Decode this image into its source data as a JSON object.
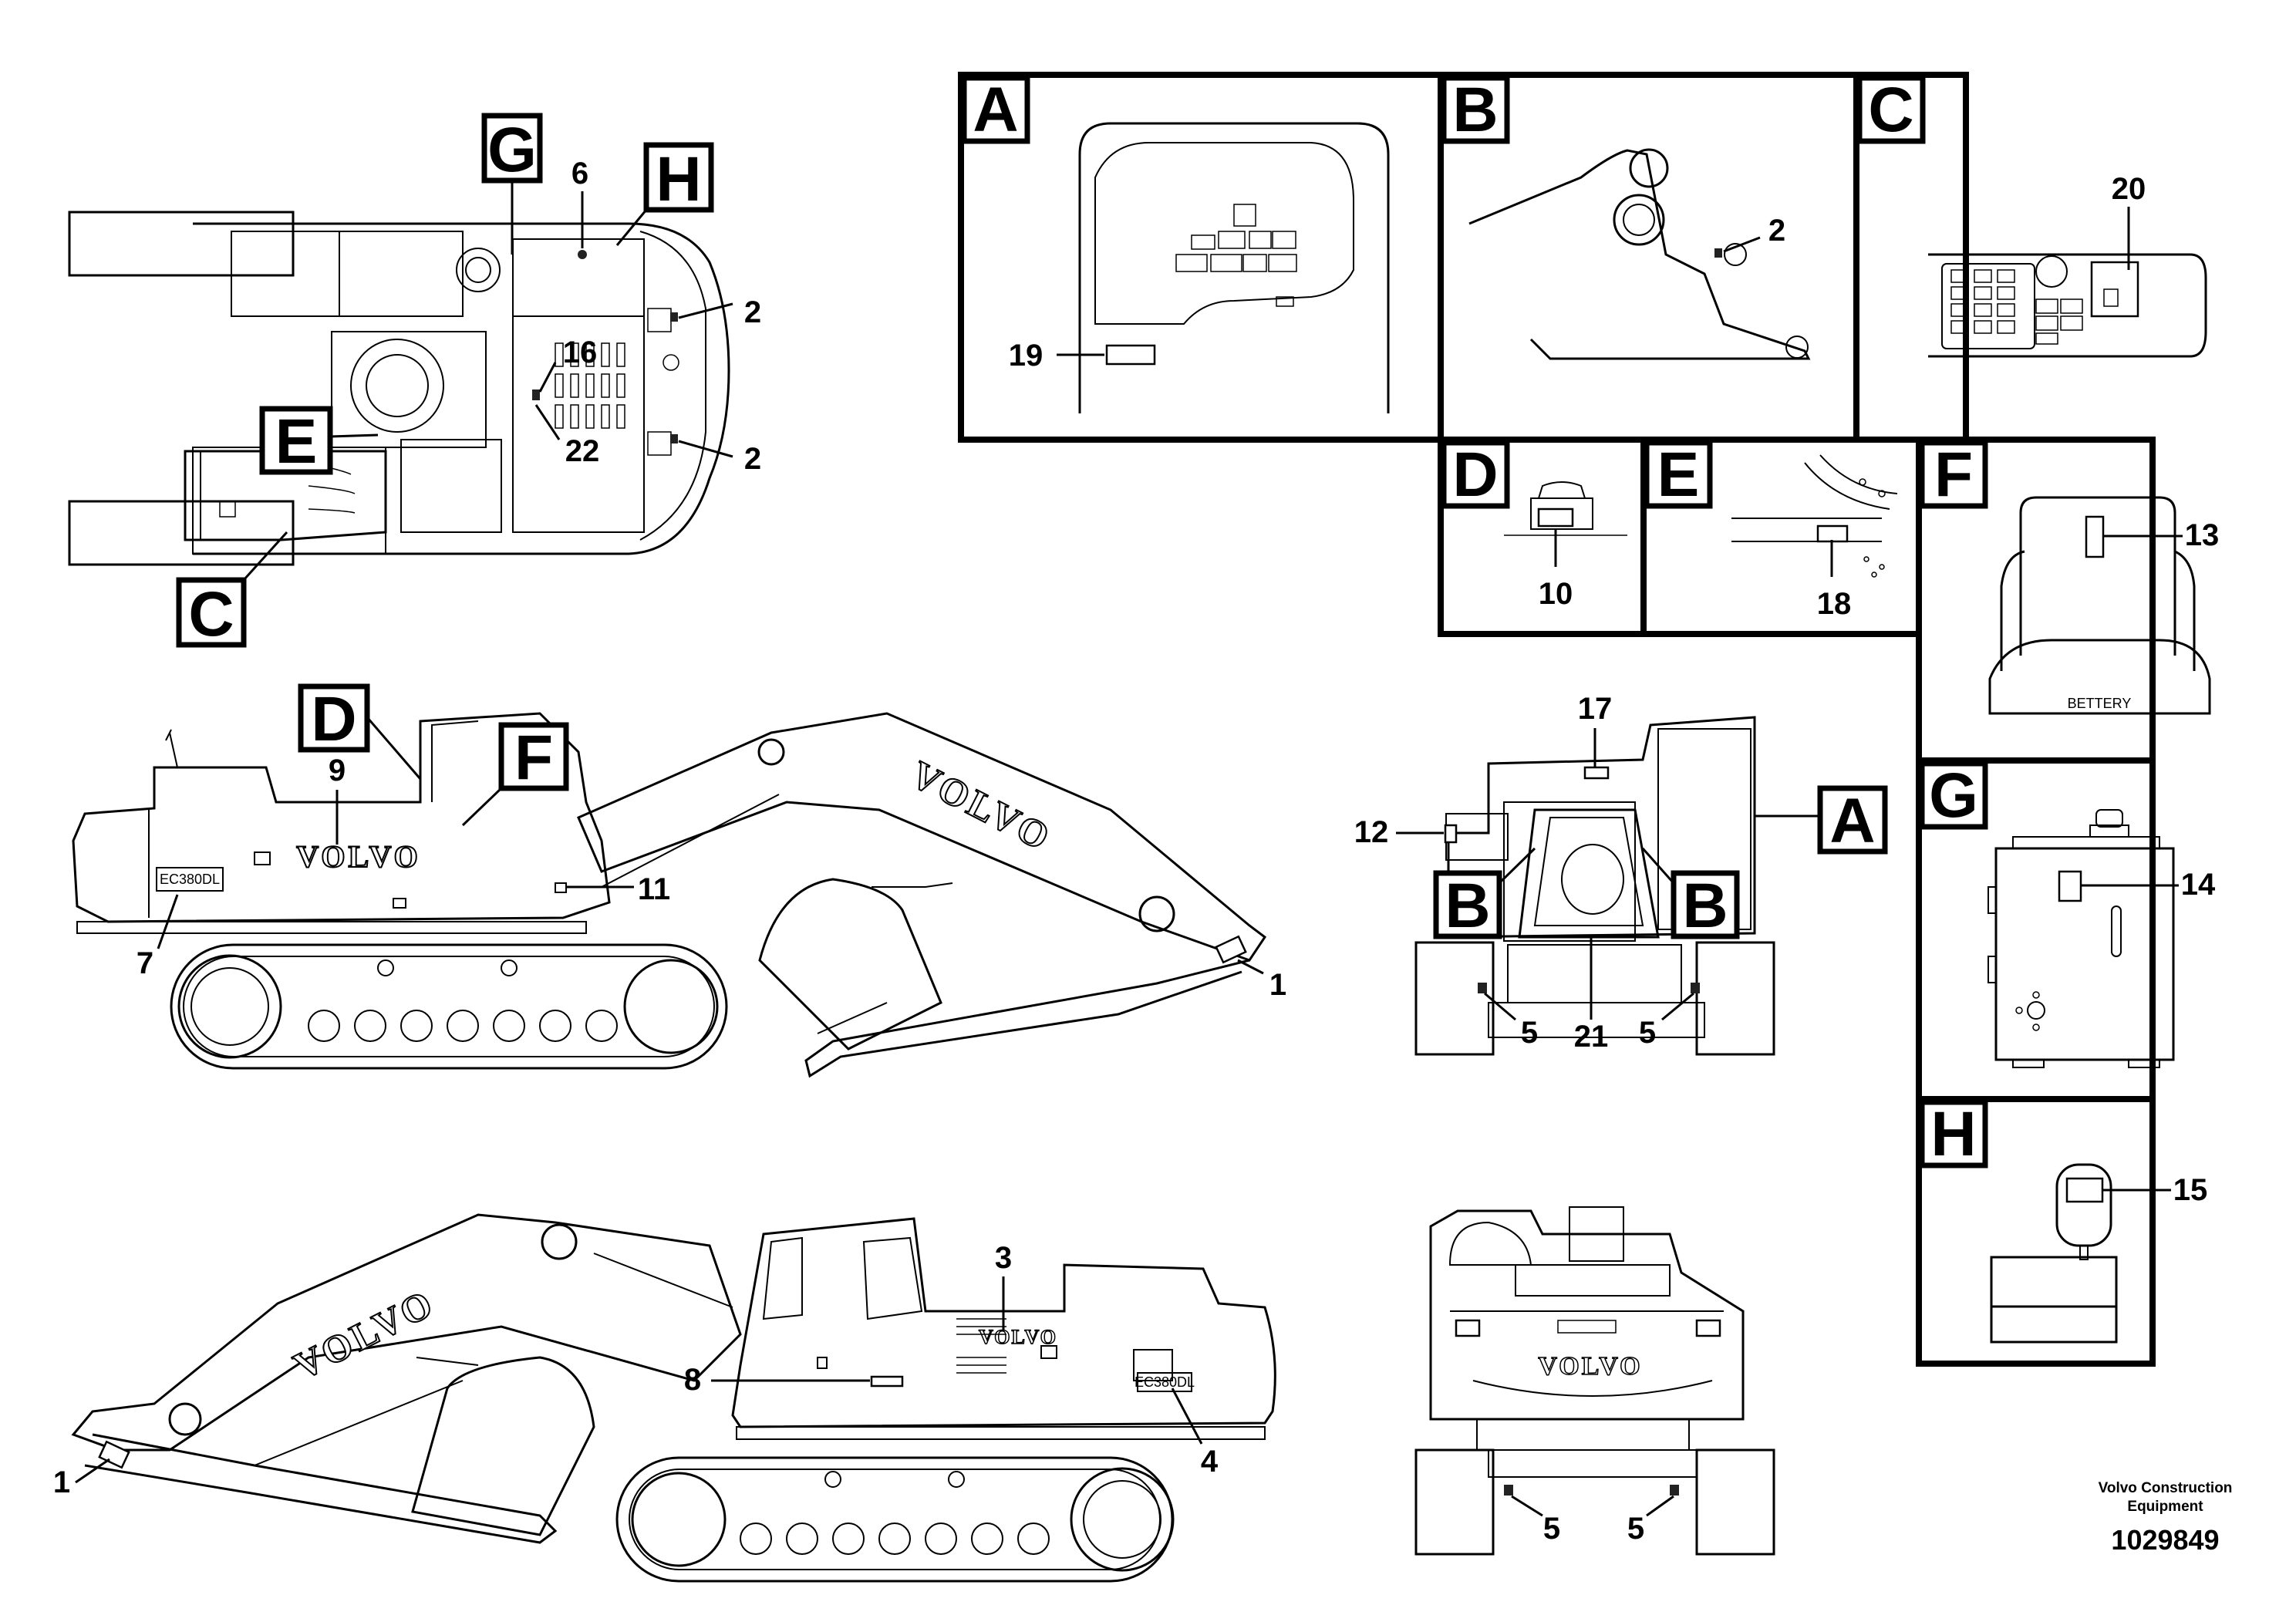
{
  "detail_boxes": {
    "A": {
      "letter": "A",
      "callouts": [
        "19"
      ]
    },
    "B": {
      "letter": "B",
      "callouts": [
        "2"
      ]
    },
    "C": {
      "letter": "C",
      "callouts": [
        "20"
      ]
    },
    "D": {
      "letter": "D",
      "callouts": [
        "10"
      ]
    },
    "E": {
      "letter": "E",
      "callouts": [
        "18"
      ]
    },
    "F": {
      "letter": "F",
      "callouts": [
        "13"
      ],
      "battery_text": "BETTERY"
    },
    "G": {
      "letter": "G",
      "callouts": [
        "14"
      ]
    },
    "H": {
      "letter": "H",
      "callouts": [
        "15"
      ]
    }
  },
  "top_view": {
    "refs": [
      "G",
      "H",
      "E",
      "C"
    ],
    "callouts": [
      "6",
      "2",
      "2",
      "16",
      "22"
    ]
  },
  "left_side_view": {
    "refs": [
      "D",
      "F"
    ],
    "callouts": [
      "9",
      "11",
      "7",
      "1"
    ],
    "brand": "VOLVO",
    "boom_brand": "VOLVO",
    "model": "EC380DL"
  },
  "right_side_view": {
    "callouts": [
      "3",
      "8",
      "4",
      "1"
    ],
    "brand": "VOLVO",
    "boom_brand": "VOLVO",
    "model": "EC380DL"
  },
  "front_view": {
    "refs": [
      "A",
      "B",
      "B"
    ],
    "callouts": [
      "17",
      "12",
      "5",
      "21",
      "5"
    ]
  },
  "rear_view": {
    "callouts": [
      "5",
      "5"
    ],
    "brand": "VOLVO"
  },
  "footer": {
    "company_line1": "Volvo Construction",
    "company_line2": "Equipment",
    "doc_number": "1029849"
  },
  "colors": {
    "line": "#000000",
    "background": "#ffffff"
  }
}
